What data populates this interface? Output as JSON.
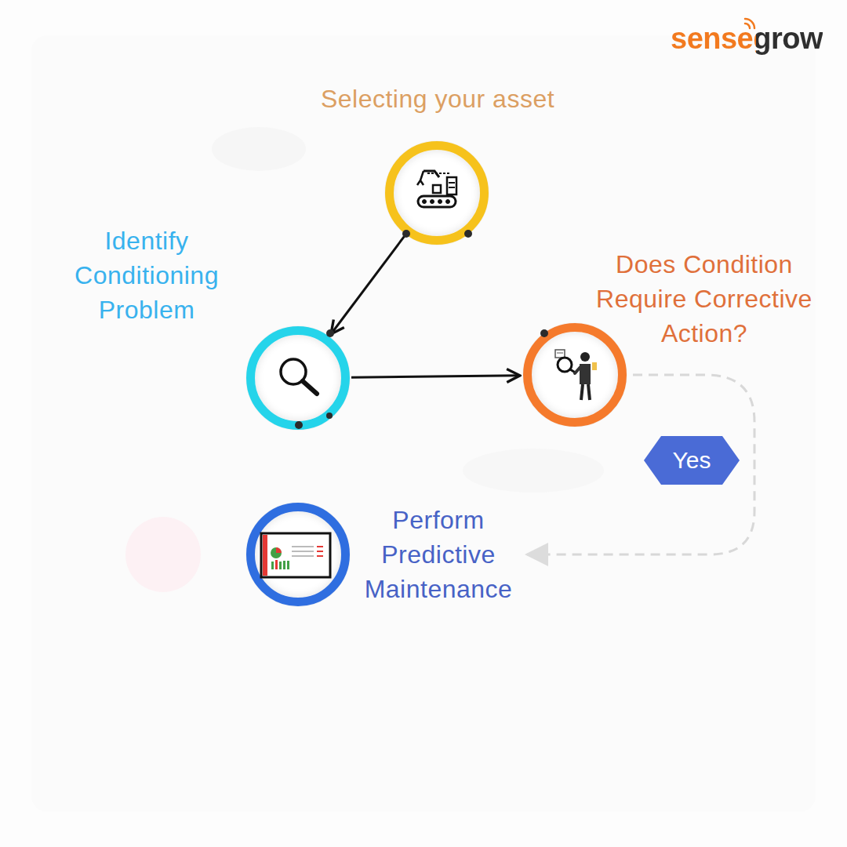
{
  "diagram": {
    "nodes": [
      {
        "text": [
          "Selecting your asset"
        ]
      },
      {
        "text": [
          "Identify Conditioning Problem"
        ]
      },
      {
        "text": [
          "Does Condition Require Corrective Action?"
        ]
      },
      {
        "text": [
          "Perform Predictive Maintenance"
        ]
      }
    ],
    "edges": [
      {
        "from": 0,
        "to": 1,
        "arrow": "to"
      },
      {
        "from": 1,
        "to": 2,
        "arrow": "to"
      },
      {
        "from": 2,
        "to": 3,
        "label": "Yes",
        "arrow": "to"
      }
    ],
    "labels": [
      "sensegrow"
    ]
  }
}
